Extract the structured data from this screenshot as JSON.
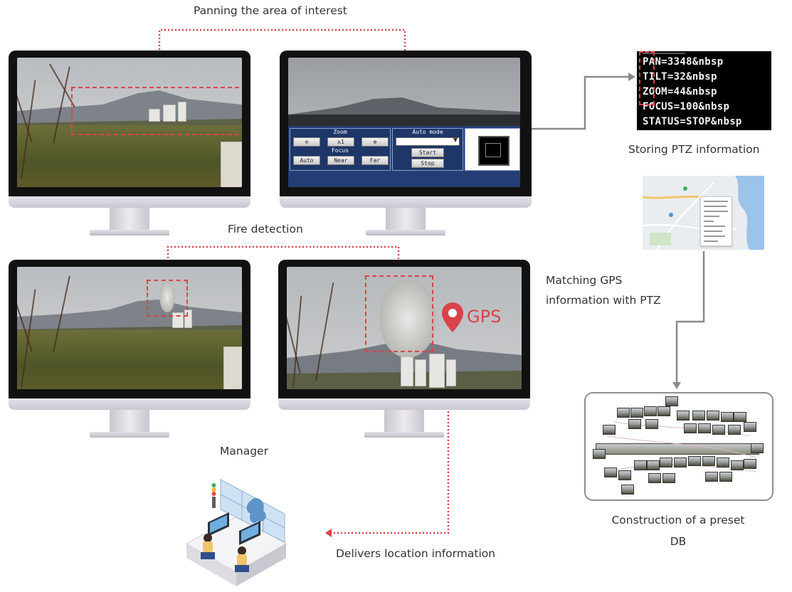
{
  "labels": {
    "panning": "Panning the area of interest",
    "storing_ptz": "Storing PTZ information",
    "fire_detection": "Fire detection",
    "matching_gps": "Matching GPS information with PTZ",
    "manager": "Manager",
    "construction_db": "Construction of a preset DB",
    "delivers": "Delivers location information",
    "gps": "GPS"
  },
  "ptz_terminal": {
    "lines": [
      "PAN=3348&nbsp",
      "TILT=32&nbsp",
      "ZOOM=44&nbsp",
      "FOCUS=100&nbsp",
      "STATUS=STOP&nbsp"
    ]
  },
  "camera_control": {
    "zoom_label": "Zoom",
    "zoom_factor": "x1",
    "focus_label": "Focus",
    "focus_auto": "Auto",
    "focus_near": "Near",
    "focus_far": "Far",
    "auto_mode_label": "Auto mode",
    "start": "Start",
    "stop": "Stop"
  },
  "colors": {
    "accent_red": "#d9434b",
    "connector_gray": "#8a8a8a",
    "panel_blue": "#243d74"
  }
}
